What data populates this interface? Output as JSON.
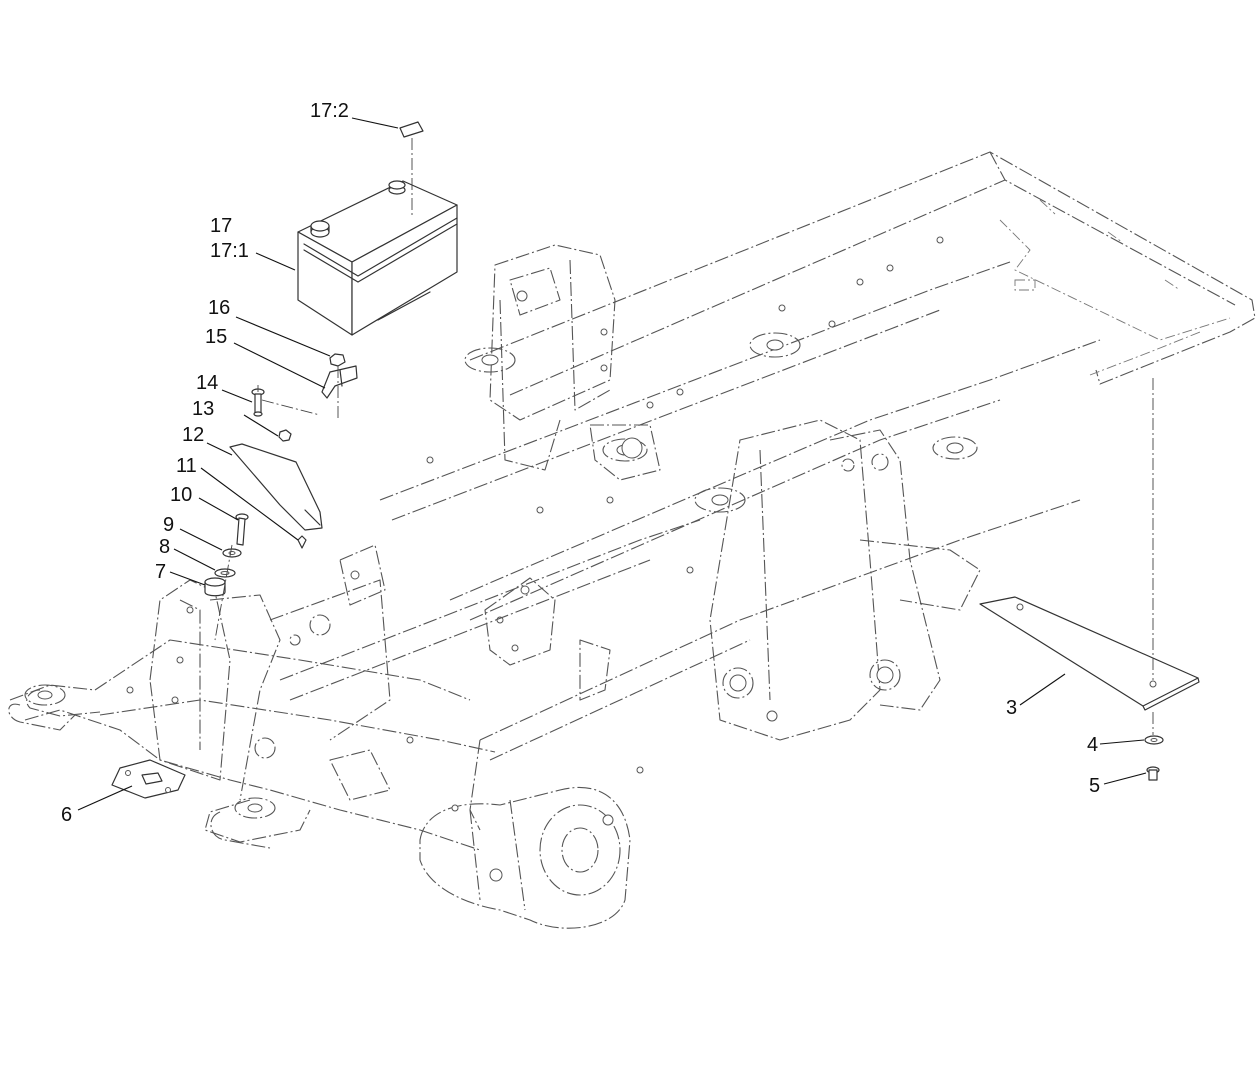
{
  "callouts": {
    "c17_2": "17:2",
    "c17": "17",
    "c17_1": "17:1",
    "c16": "16",
    "c15": "15",
    "c14": "14",
    "c13": "13",
    "c12": "12",
    "c11": "11",
    "c10": "10",
    "c9": "9",
    "c8": "8",
    "c7": "7",
    "c6": "6",
    "c3": "3",
    "c4": "4",
    "c5": "5"
  }
}
